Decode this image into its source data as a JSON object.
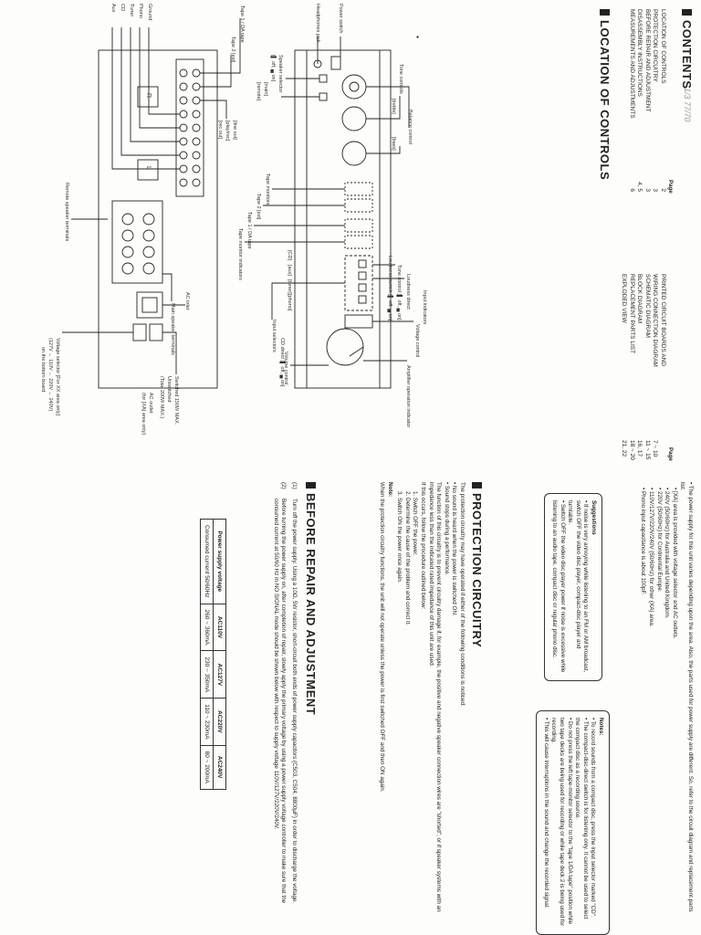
{
  "contents": {
    "title": "CONTENTS",
    "page_label": "Page",
    "items_left": [
      {
        "label": "LOCATION OF CONTROLS",
        "page": "2"
      },
      {
        "label": "PROTECTION CIRCUITRY",
        "page": "3"
      },
      {
        "label": "BEFORE REPAIR AND ADJUSTMENT",
        "page": "3"
      },
      {
        "label": "DISASSEMBLY INSTRUCTIONS",
        "page": "4, 5"
      },
      {
        "label": "MEASUREMENTS AND ADJUSTMENTS",
        "page": "6"
      }
    ],
    "items_right": [
      {
        "label": "PRINTED CIRCUIT BOARDS AND",
        "page": ""
      },
      {
        "label": "WIRING CONNECTION DIAGRAM",
        "page": "7 ~ 10"
      },
      {
        "label": "SCHEMATIC DIAGRAM",
        "page": "11 ~ 15"
      },
      {
        "label": "BLOCK DIAGRAM",
        "page": "16, 17"
      },
      {
        "label": "REPLACEMENT PARTS LIST",
        "page": "18 ~ 20"
      },
      {
        "label": "EXPLODED VIEW",
        "page": "21, 22"
      }
    ]
  },
  "location": {
    "title": "LOCATION OF CONTROLS",
    "front_labels": {
      "balance": "Balance control",
      "tone_controls": "Tone controls",
      "treble": "[treble]",
      "bass": "[bass]",
      "power": "Power switch",
      "headphones": "Headphones jack",
      "speaker_selector": "Speaker selector",
      "speaker_selector_opts": "[▌ off, ▄ on]",
      "main": "[main]",
      "remote": "[remote]",
      "voltage_control": "Voltage control",
      "loudness_direct": "Loudness direct",
      "tone_control_sw": "Tone control [▌ off, ▄ on]",
      "loudness_switch": "Loudness switch [▌ off, ▄ on]",
      "input_indicators": "Input indicators",
      "cd_direct": "CD direct [▌ off, ▄ on]",
      "amp_indicator": "Amplifier operation indicator",
      "volume": "Volume control",
      "phono": "[phono]",
      "tuner": "[tuner]",
      "aux": "[aux]",
      "cd": "[CD]",
      "input_selectors": "Input selectors",
      "tape_monitors": "Tape monitors",
      "tape2": "Tape 2 [ext]",
      "tape1": "Tape 1 / DA tape",
      "tape_monitor_ind": "Tape monitor indicators"
    },
    "rear_labels": {
      "tape1_da": "Tape 1 / DA tape",
      "tape2_ext": "Tape 2 [ext]",
      "play_rec": "[play/rec]",
      "rec_out": "[rec out]",
      "line_out": "[line out]",
      "ground": "Ground",
      "phono": "Phono",
      "tuner": "Tuner",
      "cd": "CD",
      "aux": "Aux",
      "remote_terminals": "Remote speaker terminals",
      "main_terminals": "Main speaker terminals",
      "ac_inlet": "AC inlet",
      "switched": "Switched 150W MAX.",
      "unswitched": "Unswitched",
      "total": "(Total 200W MAX.)",
      "ac_outlet": "AC outlet",
      "ac_outlet_note": "(for [XA] area only)",
      "voltage_selector": "Voltage selector [For XX area only]",
      "voltage_values": "(127V ← 110V ← 220V ← 240V)",
      "bottom_board": "on the bottom board",
      "ch_r": "R",
      "ch_l": "L"
    }
  },
  "power_notes": [
    "The power supply for this unit varies depending upon the area. Also, the parts used for power supply are different. So, refer to the circuit diagram and replacement parts list.",
    "[XA] area is provided with voltage selector and AC outlets.",
    "240V (50/60Hz) for Australia and United Kingdom.",
    "220V (50/60Hz) for Continental Europe.",
    "110V/127V/220V/240V (50/60Hz) for other (XA) area.",
    "Phono input capacitance is about 100pF."
  ],
  "suggestions": {
    "title": "Suggestions",
    "items": [
      "If noise is very annoying while listening to an FM or AM broadcast, switch OFF the video disc player, compact-disc player and turntable.",
      "Switch OFF the video disc player power if noise is excessive while listening to an audio tape, compact disc or regular phono disc."
    ]
  },
  "notes_box": {
    "title": "Notes:",
    "items": [
      "To record sounds from a compact disc, press the input selector marked \"CD\".",
      "The compact-disc-direct switch is for listening only. It cannot be used to select the compact disc as a recording source.",
      "Do not press the left tape-monitor selector to the \"tape 1/DA tape\" position while two tape decks are being used for recording or while tape deck 2 is being used for recording.",
      "This will cause interruptions in the sound and change the recorded signal."
    ]
  },
  "protection": {
    "title": "PROTECTION CIRCUITRY",
    "intro": "The protection circuitry may have operated if either of the following conditions is noticed:",
    "items": [
      "No sound is heard when the power is switched ON.",
      "Sound stops during a performance."
    ],
    "body": "The function of this circuitry is to prevent circuitry damage if, for example, the positive and negative speaker connection wires are \"shorted\", or if speaker systems with an impedance less than the indicated rated impedance of this unit are used.",
    "procedure_intro": "If this occurs, follow the procedure outlined below:",
    "steps": [
      "1. Switch OFF the power.",
      "2. Determine the cause of the problem and correct it.",
      "3. Switch ON the power once again."
    ],
    "note_label": "Note:",
    "note": "When the protection circuitry functions, the unit will not operate unless the power is first switched OFF and then ON again."
  },
  "repair": {
    "title": "BEFORE REPAIR AND ADJUSTMENT",
    "steps": [
      {
        "n": "(1)",
        "text": "Turn off the power supply. Using a 10Ω, 5W resistor, short-circuit both ends of power supply capacitors (C503, C504, 8800µF) in order to discharge the voltage."
      },
      {
        "n": "(2)",
        "text": "Before turning the power supply on, after completion of repair, slowly apply the primary voltage by using a power supply voltage controller to make sure that the consumed current at 50/60 Hz in NO SIGNAL mode should be shown below with respect to supply voltage 110V/127V/220V/240V."
      }
    ],
    "table": {
      "headers": [
        "Power supply voltage",
        "AC110V",
        "AC127V",
        "AC220V",
        "AC240V"
      ],
      "row_label": "Consumed current  50/60Hz",
      "values": [
        "260 ~ 360mA",
        "230 ~ 350mA",
        "110 ~ 230mA",
        "80 ~ 200mA"
      ]
    }
  },
  "handwriting": "1/3 77/70"
}
